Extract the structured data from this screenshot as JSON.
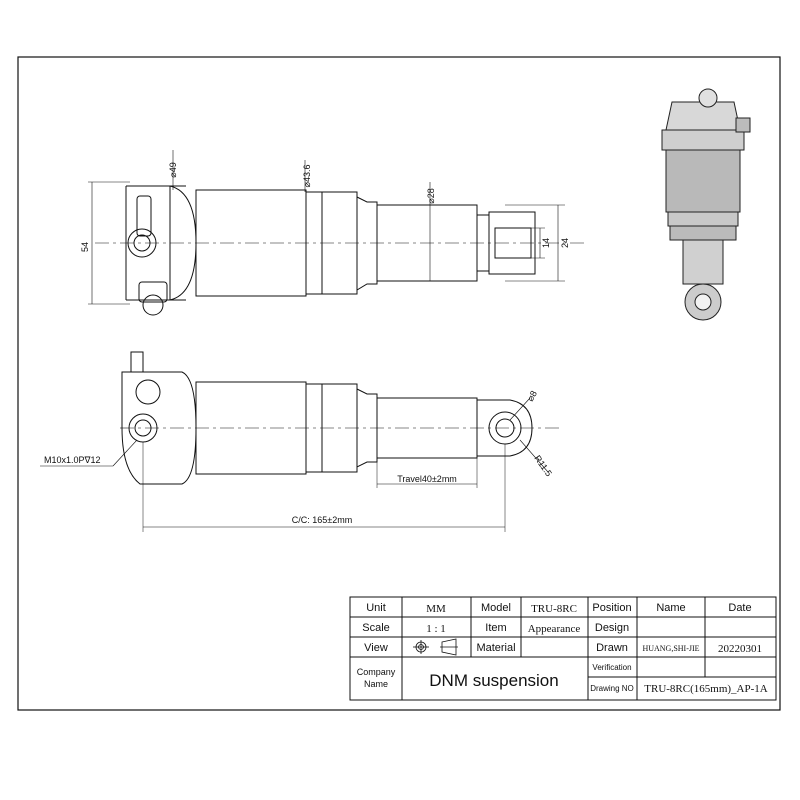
{
  "top_view": {
    "dia_49": "⌀49",
    "dia_43_6": "⌀43.6",
    "dia_28": "⌀28",
    "dim_54": "54",
    "dim_14": "14",
    "dim_24": "24"
  },
  "side_view": {
    "thread": "M10x1.0P∇12",
    "dia_8": "⌀8",
    "radius": "R11.5",
    "travel": "Travel40±2mm",
    "center_to_center": "C/C: 165±2mm"
  },
  "title_block": {
    "unit_label": "Unit",
    "unit_value": "MM",
    "model_label": "Model",
    "model_value": "TRU-8RC",
    "position_label": "Position",
    "name_label": "Name",
    "date_label": "Date",
    "scale_label": "Scale",
    "scale_value": "1 : 1",
    "item_label": "Item",
    "item_value": "Appearance",
    "design_label": "Design",
    "view_label": "View",
    "material_label": "Material",
    "drawn_label": "Drawn",
    "drawn_name": "HUANG,SHI-JIE",
    "drawn_date": "20220301",
    "company_label_1": "Company",
    "company_label_2": "Name",
    "company_value": "DNM  suspension",
    "verification_label": "Verification",
    "drawing_no_label": "Drawing  NO",
    "drawing_no_value": "TRU-8RC(165mm)_AP-1A"
  }
}
